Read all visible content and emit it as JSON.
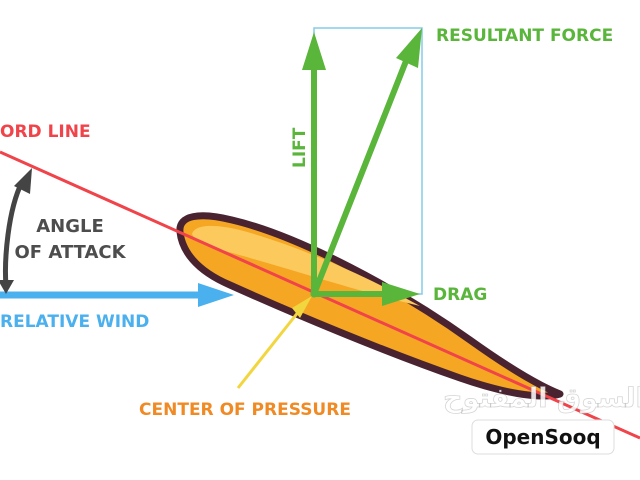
{
  "labels": {
    "chord_line": "ORD LINE",
    "angle_of_attack_line1": "ANGLE",
    "angle_of_attack_line2": "OF ATTACK",
    "relative_wind": "RELATIVE WIND",
    "center_of_pressure": "CENTER OF PRESSURE",
    "lift": "LIFT",
    "drag": "DRAG",
    "resultant_force": "RESULTANT FORCE"
  },
  "watermark": {
    "arabic_text": "السوق المفتوح",
    "brand": "OpenSooq"
  },
  "colors": {
    "chord_line": "#f0434a",
    "relative_wind": "#4ab0ee",
    "lift_drag_resultant": "#5ab53b",
    "resultant_box": "#86cbe8",
    "center_of_pressure_arrow": "#f2d640",
    "center_of_pressure_label": "#f08a24",
    "airfoil_fill": "#f5a623",
    "airfoil_highlight": "#fbc95c",
    "airfoil_outline": "#4a2330",
    "angle_text": "#4d4d4d"
  }
}
